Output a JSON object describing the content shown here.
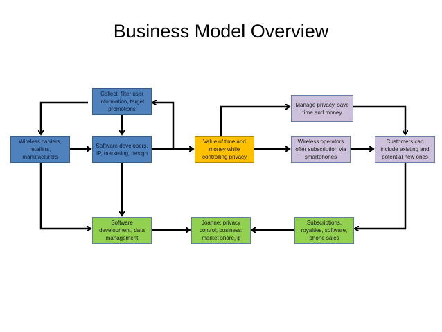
{
  "title": "Business Model Overview",
  "nodes": {
    "collect": "Collect, filter user information, target promotions",
    "carriers": "Wireless carriers, retailers, manufacturers",
    "developers": "Software developers, IP, marketing, design",
    "value": "Value of time and money while controlling privacy",
    "manage": "Manage privacy, save time and money",
    "operators": "Wireless operators offer subscription via smartphones",
    "customers": "Customers can include existing and potential new ones",
    "development": "Software development, data management",
    "joanne": "Joanne: privacy control; business: market share, $",
    "subscriptions": "Subscriptions, royalties, software, phone sales"
  },
  "colors": {
    "blue": "#4f81bd",
    "orange": "#ffc000",
    "lavender": "#ccc0da",
    "green": "#92d050"
  }
}
